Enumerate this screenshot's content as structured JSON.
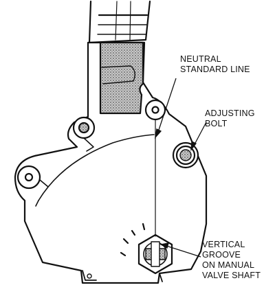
{
  "labels": {
    "neutral_standard_line": [
      "NEUTRAL",
      "STANDARD LINE"
    ],
    "adjusting_bolt": [
      "ADJUSTING",
      "BOLT"
    ],
    "vertical_groove": [
      "VERTICAL",
      "GROOVE",
      "ON MANUAL",
      "VALVE SHAFT"
    ]
  },
  "colors": {
    "ink": "#111111",
    "paper": "#ffffff",
    "shading": "#bdbdbd"
  }
}
